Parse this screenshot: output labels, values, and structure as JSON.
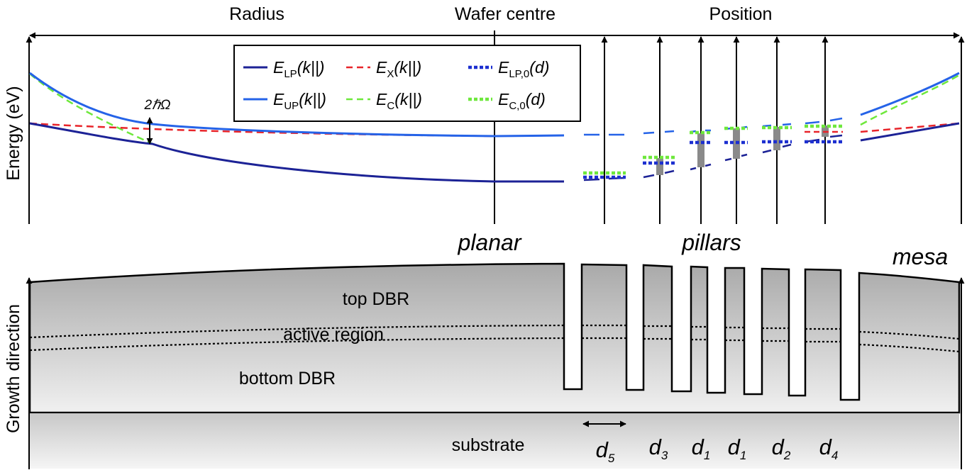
{
  "top_labels": {
    "radius": "Radius",
    "wafer_centre": "Wafer centre",
    "position": "Position"
  },
  "axes": {
    "energy": "Energy (eV)",
    "growth": "Growth direction"
  },
  "rabi_label": "2ℏΩ",
  "legend": [
    {
      "main": "E",
      "sub": "LP",
      "arg": "(k||)",
      "style": "solid",
      "color": "#1c2296"
    },
    {
      "main": "E",
      "sub": "X",
      "arg": "(k||)",
      "style": "dashed",
      "color": "#e8242a"
    },
    {
      "main": "E",
      "sub": "LP,0",
      "arg": "(d)",
      "style": "dotted",
      "color": "#1c2fd0"
    },
    {
      "main": "E",
      "sub": "UP",
      "arg": "(k||)",
      "style": "solid",
      "color": "#2563e8"
    },
    {
      "main": "E",
      "sub": "C",
      "arg": "(k||)",
      "style": "dashed",
      "color": "#6ee83c"
    },
    {
      "main": "E",
      "sub": "C,0",
      "arg": "(d)",
      "style": "dotted",
      "color": "#6ee83c"
    }
  ],
  "region_labels": {
    "planar": "planar",
    "pillars": "pillars",
    "mesa": "mesa"
  },
  "layers": {
    "top_dbr": "top DBR",
    "active": "active region",
    "bottom_dbr": "bottom DBR",
    "substrate": "substrate"
  },
  "pillar_sizes": [
    {
      "letter": "d",
      "sub": "5"
    },
    {
      "letter": "d",
      "sub": "3"
    },
    {
      "letter": "d",
      "sub": "1"
    },
    {
      "letter": "d",
      "sub": "1"
    },
    {
      "letter": "d",
      "sub": "2"
    },
    {
      "letter": "d",
      "sub": "4"
    }
  ],
  "colors": {
    "lower_polariton": "#1c2296",
    "upper_polariton": "#2563e8",
    "exciton": "#e8242a",
    "cavity": "#6ee83c",
    "bar": "#8a8a8a"
  }
}
